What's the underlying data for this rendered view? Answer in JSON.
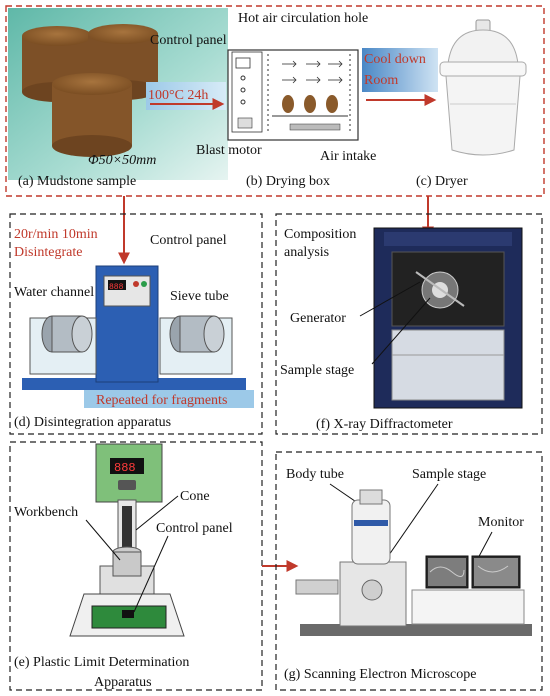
{
  "panels": {
    "a": {
      "caption": "(a)  Mudstone sample",
      "dimension": "Φ50×50mm"
    },
    "b": {
      "caption": "(b)  Drying box",
      "labels": {
        "hot_air": "Hot air circulation hole",
        "control_panel": "Control panel",
        "blast_motor": "Blast motor",
        "air_intake": "Air intake"
      }
    },
    "c": {
      "caption": "(c)  Dryer"
    },
    "d": {
      "caption": "(d)  Disintegration apparatus",
      "labels": {
        "control_panel": "Control panel",
        "water_channel": "Water channel",
        "sieve_tube": "Sieve tube",
        "repeated": "Repeated for fragments"
      },
      "display": "888"
    },
    "e": {
      "caption_line1": "(e)  Plastic Limit Determination",
      "caption_line2": "Apparatus",
      "labels": {
        "cone": "Cone",
        "workbench": "Workbench",
        "control_panel": "Control panel"
      },
      "display": "888"
    },
    "f": {
      "caption": "(f)  X-ray Diffractometer",
      "labels": {
        "composition_line1": "Composition",
        "composition_line2": "analysis",
        "generator": "Generator",
        "sample_stage": "Sample stage"
      }
    },
    "g": {
      "caption": "(g)  Scanning Electron Microscope",
      "labels": {
        "body_tube": "Body tube",
        "sample_stage": "Sample stage",
        "monitor": "Monitor"
      }
    }
  },
  "arrows": {
    "drying": "100°C 24h",
    "cool_line1": "Cool down",
    "cool_line2": "Room",
    "disintegrate_line1": "20r/min  10min",
    "disintegrate_line2": "Disintegrate"
  },
  "colors": {
    "accent_red": "#c0392b",
    "teal_bg": "#7fc8be",
    "mudstone": "#8a5a2b",
    "dash": "#333333",
    "blue_machine": "#2c5fb3"
  }
}
